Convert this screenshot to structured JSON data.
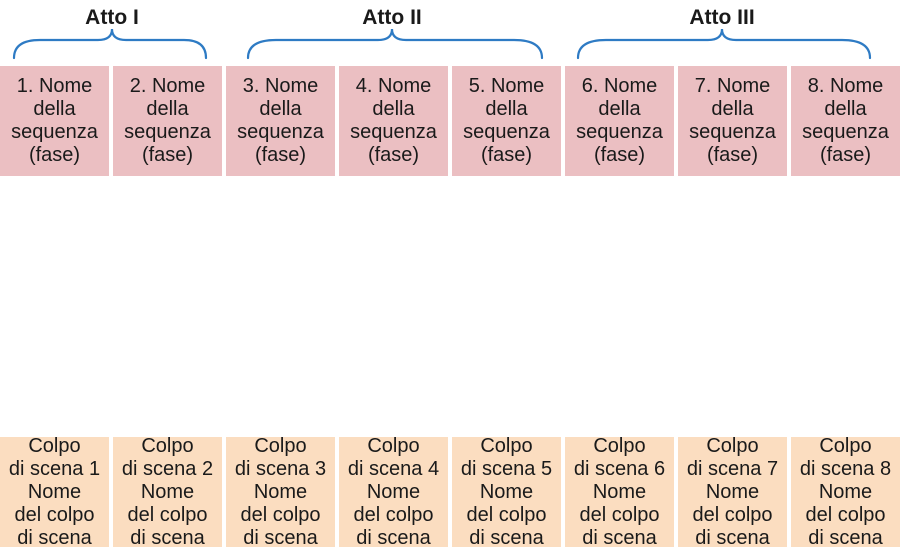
{
  "acts": [
    {
      "label": "Atto I"
    },
    {
      "label": "Atto II"
    },
    {
      "label": "Atto III"
    }
  ],
  "sequences": [
    "1. Nome\ndella\nsequenza\n(fase)",
    "2. Nome\ndella\nsequenza\n(fase)",
    "3. Nome\ndella\nsequenza\n(fase)",
    "4. Nome\ndella\nsequenza\n(fase)",
    "5. Nome\ndella\nsequenza\n(fase)",
    "6. Nome\ndella\nsequenza\n(fase)",
    "7. Nome\ndella\nsequenza\n(fase)",
    "8. Nome\ndella\nsequenza\n(fase)"
  ],
  "plot_points": [
    "Colpo\ndi scena 1\nNome\ndel colpo\ndi scena",
    "Colpo\ndi scena 2\nNome\ndel colpo\ndi scena",
    "Colpo\ndi scena 3\nNome\ndel colpo\ndi scena",
    "Colpo\ndi scena 4\nNome\ndel colpo\ndi scena",
    "Colpo\ndi scena 5\nNome\ndel colpo\ndi scena",
    "Colpo\ndi scena 6\nNome\ndel colpo\ndi scena",
    "Colpo\ndi scena 7\nNome\ndel colpo\ndi scena",
    "Colpo\ndi scena 8\nNome\ndel colpo\ndi scena"
  ],
  "colors": {
    "sequence_fill": "#ebbfc2",
    "plot_point_fill": "#fbddc0",
    "brace": "#2e7bc4"
  }
}
